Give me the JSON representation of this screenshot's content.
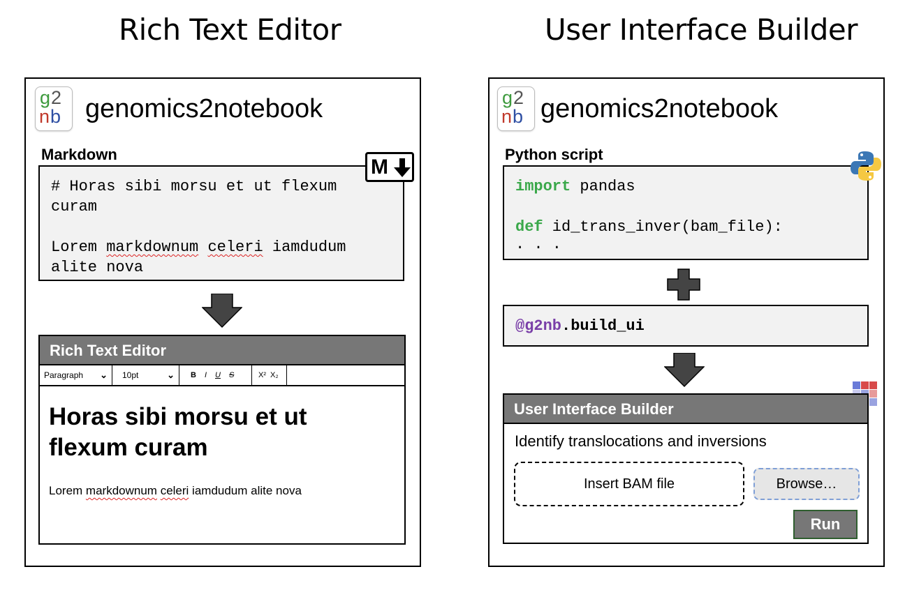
{
  "left": {
    "heading": "Rich Text Editor",
    "logo": {
      "top": "g2",
      "bottom": "nb"
    },
    "brand": "genomics2notebook",
    "markdown_label": "Markdown",
    "markdown_badge": "M",
    "markdown_lines": [
      "# Horas sibi morsu et ut flexum",
      "curam",
      "",
      "Lorem ",
      "alite nova"
    ],
    "md_line4": {
      "a": "Lorem ",
      "b": "markdownum",
      "c": " ",
      "d": "celeri",
      "e": " iamdudum"
    },
    "editor": {
      "title": "Rich Text Editor",
      "paragraph_select": "Paragraph",
      "size_select": "10pt",
      "bold": "B",
      "italic": "I",
      "underline": "U",
      "strike": "S",
      "superscript": "X²",
      "subscript": "X₂",
      "heading_line1": "Horas sibi morsu et ut",
      "heading_line2": "flexum curam",
      "body": {
        "a": "Lorem ",
        "b": "markdownum",
        "c": " ",
        "d": "celeri",
        "e": " iamdudum alite nova"
      }
    }
  },
  "right": {
    "heading": "User Interface Builder",
    "logo": {
      "top": "g2",
      "bottom": "nb"
    },
    "brand": "genomics2notebook",
    "python_label": "Python script",
    "code": {
      "import_kw": "import",
      "import_rest": " pandas",
      "def_kw": "def",
      "def_rest": " id_trans_inver(bam_file):",
      "ellipsis": ". . ."
    },
    "decorator": {
      "at": "@g2nb",
      "rest": ".build_ui"
    },
    "ui": {
      "title": "User Interface Builder",
      "prompt": "Identify translocations and inversions",
      "file_placeholder": "Insert BAM file",
      "browse": "Browse…",
      "run": "Run"
    }
  },
  "colors": {
    "keyword": "#3aa84a",
    "decorator": "#7a3fa8",
    "titlebar": "#777777",
    "code_bg": "#f2f2f2"
  },
  "icons": [
    "markdown-icon",
    "python-icon",
    "ui-grid-icon",
    "down-arrow-icon",
    "plus-icon"
  ]
}
